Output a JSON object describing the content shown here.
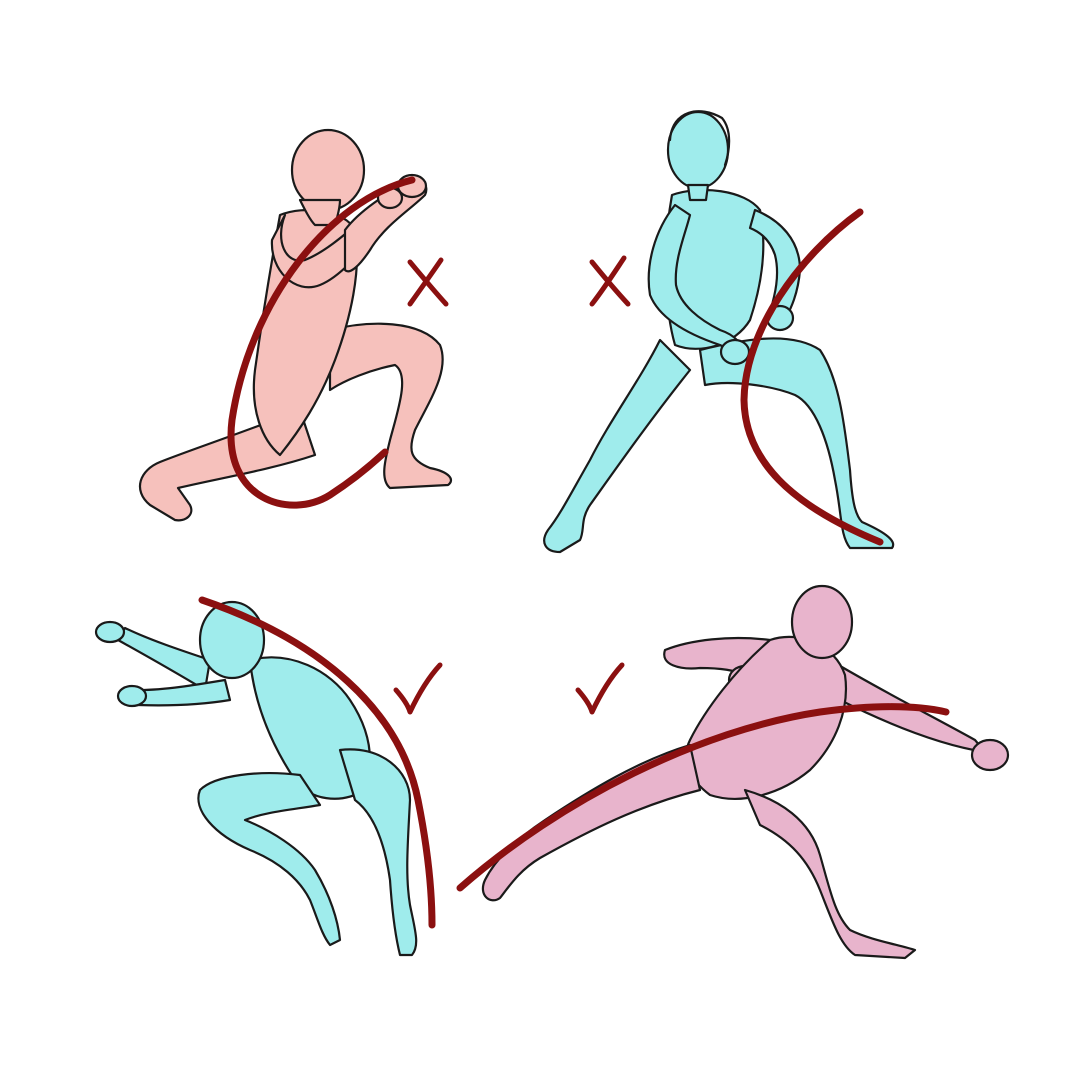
{
  "colors": {
    "background": "#ffffff",
    "line_of_action": "#8b1010",
    "skin_pink": "#f6c1bc",
    "skin_cyan": "#9fecec",
    "skin_mauve": "#e8b4cc",
    "outline": "#1a1a1a"
  },
  "panels": [
    {
      "figure": "crouching-boxer-figure",
      "skin": "skin_pink",
      "verdict": "wrong",
      "verdict_icon": "x-mark-icon"
    },
    {
      "figure": "wide-stance-figure",
      "skin": "skin_cyan",
      "verdict": "wrong",
      "verdict_icon": "x-mark-icon"
    },
    {
      "figure": "leaping-figure",
      "skin": "skin_cyan",
      "verdict": "correct",
      "verdict_icon": "check-mark-icon"
    },
    {
      "figure": "lunging-punch-figure",
      "skin": "skin_mauve",
      "verdict": "correct",
      "verdict_icon": "check-mark-icon"
    }
  ]
}
